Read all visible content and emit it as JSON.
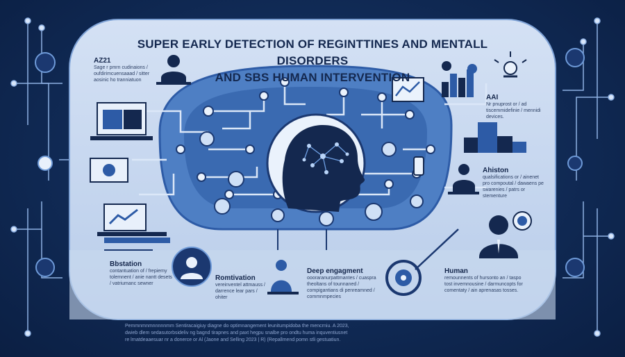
{
  "header": {
    "title_line1": "SUPER EARLY DETECTION OF REGINTTINES AND MENTALL DISORDERS",
    "title_line2": "AND SBS HUMAN INTERVENTION"
  },
  "panels": {
    "left_top": {
      "label": "AZ21",
      "text": "Sage r pmrn cudinaions / oufdirimcuensaaad / sitter aosinic ho tranniatuon"
    },
    "right_top": {
      "label": "AAI",
      "text": "Nr pnuprost or / ad tiscemmidefinie / mennidi devices."
    },
    "right_mid": {
      "label": "Ahiston",
      "text": "qualsifications or / ainenet pro compoutal / dawaens pe swarenies / patrs or stementure"
    },
    "bottom_1": {
      "label": "Bbstation",
      "text": "contantuation of / frepiemy tolemnent / anie nantt desets / vatriumanc sewner"
    },
    "bottom_2": {
      "label": "Romtivation",
      "text": "vereinventel attmauss / darrence lear pars / ohiter"
    },
    "bottom_3": {
      "label": "Deep engagment",
      "text": "oooraranurpattmantes / cuaspra theoltans of tounnaned / compigantians di penreamned / commnmpecies"
    },
    "bottom_4": {
      "label": "Human",
      "text": "remounnents of hursonto an / taspo tost invemnousine / darmuncopts for comentaty / ain aprenasas tosses."
    }
  },
  "footer": {
    "line1": "Pemmnmnmnnnnnmm   Sentiracaigiuy diagne do optimnangement leunitumpidoba the mencrniu. A 2023,",
    "line2": "dwieb dlem sedasutorbsideliv ng bagnd tirapnes and paxt hegpu snalbe pro ondtu huma inquventiusnet",
    "line3": "re lrnatdeaaesuar nr a donerce or Al (Jaone and Selling 2023 | R) (Repallmend pomn stli gestuatiun."
  },
  "colors": {
    "board": "#c5d6ef",
    "ring": "#4e7fc4",
    "ring_inner": "#3a6ab1",
    "navy": "#1b2f5c",
    "accent": "#2d5ba6"
  },
  "icons": [
    "brain-network-icon",
    "person-icon",
    "monitor-icon",
    "chart-icon",
    "lightbulb-icon",
    "target-icon",
    "building-icon",
    "chat-bubble-icon",
    "phone-icon"
  ]
}
